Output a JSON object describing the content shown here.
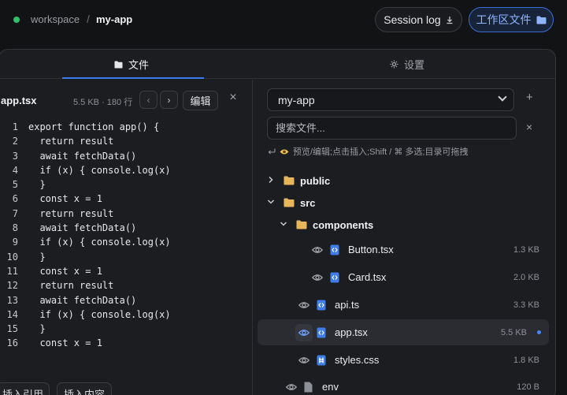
{
  "header": {
    "breadcrumb_root": "workspace",
    "breadcrumb_sep": "/",
    "breadcrumb_leaf": "my-app",
    "session_log_label": "Session log",
    "workspace_files_label": "工作区文件"
  },
  "tabs": {
    "files_label": "文件",
    "settings_label": "设置"
  },
  "editor": {
    "file_name": "app.tsx",
    "file_meta": "5.5 KB · 180 行",
    "prev_label": "‹",
    "next_label": "›",
    "edit_label": "编辑",
    "close_label": "×",
    "lines": [
      {
        "n": "1",
        "code": "export function app() {"
      },
      {
        "n": "2",
        "code": "  return result"
      },
      {
        "n": "3",
        "code": "  await fetchData()"
      },
      {
        "n": "4",
        "code": "  if (x) { console.log(x)"
      },
      {
        "n": "5",
        "code": "  }"
      },
      {
        "n": "6",
        "code": "  const x = 1"
      },
      {
        "n": "7",
        "code": "  return result"
      },
      {
        "n": "8",
        "code": "  await fetchData()"
      },
      {
        "n": "9",
        "code": "  if (x) { console.log(x)"
      },
      {
        "n": "10",
        "code": "  }"
      },
      {
        "n": "11",
        "code": "  const x = 1"
      },
      {
        "n": "12",
        "code": "  return result"
      },
      {
        "n": "13",
        "code": "  await fetchData()"
      },
      {
        "n": "14",
        "code": "  if (x) { console.log(x)"
      },
      {
        "n": "15",
        "code": "  }"
      },
      {
        "n": "16",
        "code": "  const x = 1"
      }
    ],
    "insert_ref_label": "插入引用",
    "insert_content_label": "插入内容"
  },
  "explorer": {
    "project": "my-app",
    "add_label": "+",
    "search_placeholder": "搜索文件...",
    "clear_label": "×",
    "hint": "预览/编辑;点击插入;Shift / ⌘ 多选;目录可拖拽",
    "tree": [
      {
        "name": "public",
        "kind": "folder",
        "expanded": false,
        "size": ""
      },
      {
        "name": "src",
        "kind": "folder",
        "expanded": true,
        "size": ""
      },
      {
        "name": "components",
        "kind": "folder",
        "expanded": true,
        "size": ""
      },
      {
        "name": "Button.tsx",
        "kind": "tsx",
        "size": "1.3 KB"
      },
      {
        "name": "Card.tsx",
        "kind": "tsx",
        "size": "2.0 KB"
      },
      {
        "name": "api.ts",
        "kind": "tsx",
        "size": "3.3 KB"
      },
      {
        "name": "app.tsx",
        "kind": "tsx",
        "size": "5.5 KB",
        "selected": true
      },
      {
        "name": "styles.css",
        "kind": "css",
        "size": "1.8 KB"
      },
      {
        "name": "env",
        "kind": "file",
        "size": "120 B"
      }
    ]
  },
  "colors": {
    "accent": "#3a7bf0",
    "status_online": "#2fc06b",
    "folder": "#e8b65a",
    "file_icon": "#4c86f5"
  }
}
